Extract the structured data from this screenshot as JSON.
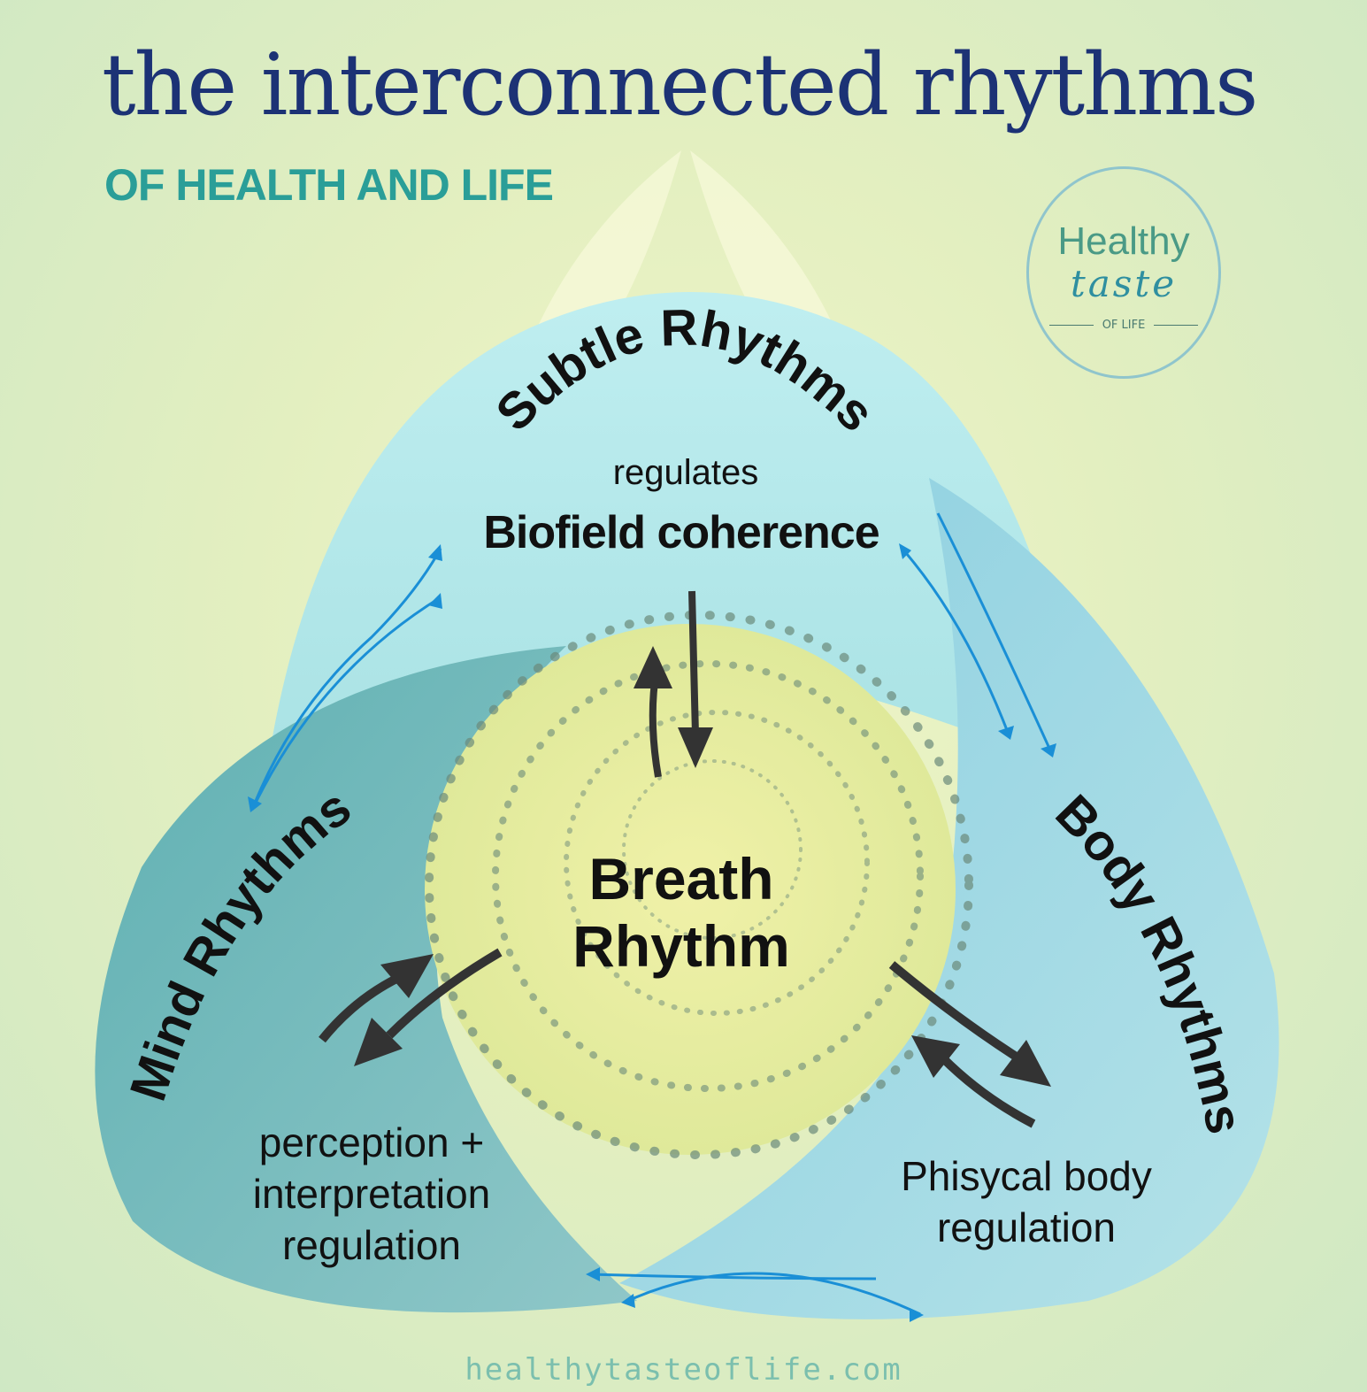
{
  "header": {
    "title": "the interconnected rhythms",
    "subtitle": "OF HEALTH AND LIFE"
  },
  "logo": {
    "line1": "Healthy",
    "line2": "taste",
    "line3": "OF LIFE"
  },
  "diagram": {
    "center": {
      "line1": "Breath",
      "line2": "Rhythm"
    },
    "top_node": {
      "title": "Subtle Rhythms",
      "verb": "regulates",
      "description": "Biofield coherence"
    },
    "left_node": {
      "title": "Mind Rhythms",
      "description_lines": [
        "perception +",
        "interpretation",
        "regulation"
      ]
    },
    "right_node": {
      "title": "Body Rhythms",
      "description_lines": [
        "Phisycal body",
        "regulation"
      ]
    },
    "colors": {
      "title": "#1c3275",
      "subtitle": "#2a9e98",
      "top_lobe": "#bdeaea",
      "left_lobe": "#7fbcc0",
      "right_lobe": "#a4dce6",
      "center": "#e8eea0",
      "arrow_dark": "#333333",
      "arrow_blue": "#1a8fd6"
    }
  },
  "footer": {
    "url": "healthytasteoflife.com"
  }
}
